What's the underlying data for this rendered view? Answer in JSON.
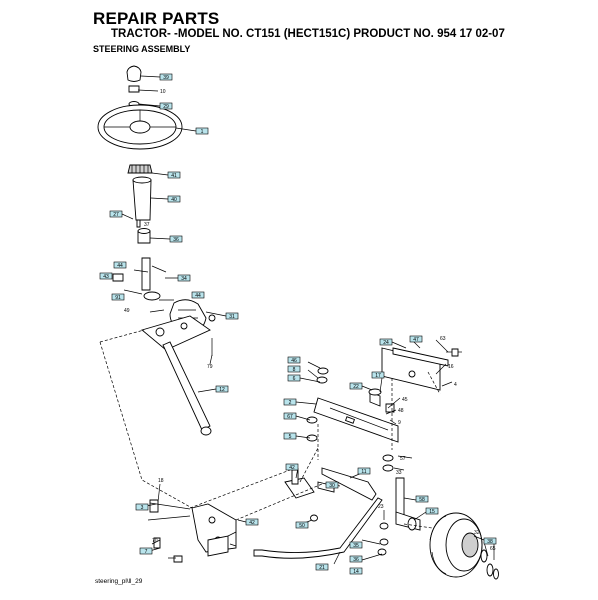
{
  "header": {
    "title": "REPAIR PARTS",
    "subtitle": "TRACTOR- -MODEL NO. CT151 (HECT151C) PRODUCT NO. 954 17 02-07",
    "section": "STEERING ASSEMBLY"
  },
  "footer": {
    "drawing_id": "steering_pl\\ll_29"
  },
  "callouts": {
    "c39": "39",
    "c10": "10",
    "c29": "29",
    "c1": "1",
    "c41": "41",
    "c40": "40",
    "c27": "27",
    "c37": "37",
    "c36": "36",
    "c44": "44",
    "c34": "34",
    "c43": "43",
    "c91": "91",
    "c49": "49",
    "c44b": "44",
    "c31": "31",
    "c12": "12",
    "c79": "79",
    "c46": "46",
    "c8": "8",
    "c6": "6",
    "c2": "2",
    "c67": "67",
    "c5": "5",
    "c22": "22",
    "c17": "17",
    "c45": "45",
    "c48": "48",
    "c9": "9",
    "c24": "24",
    "c47": "47",
    "c63": "63",
    "c16": "16",
    "c4": "4",
    "c57": "57",
    "c33": "33",
    "c11": "11",
    "c42": "42",
    "c30": "30",
    "c58": "58",
    "c15": "15",
    "c23": "23",
    "c50": "50",
    "c35": "35",
    "c36b": "36",
    "c14": "14",
    "c21": "21",
    "c32": "32",
    "c38": "38",
    "c65": "65",
    "c18": "18",
    "c3": "3",
    "c7": "7",
    "c70": "70"
  }
}
